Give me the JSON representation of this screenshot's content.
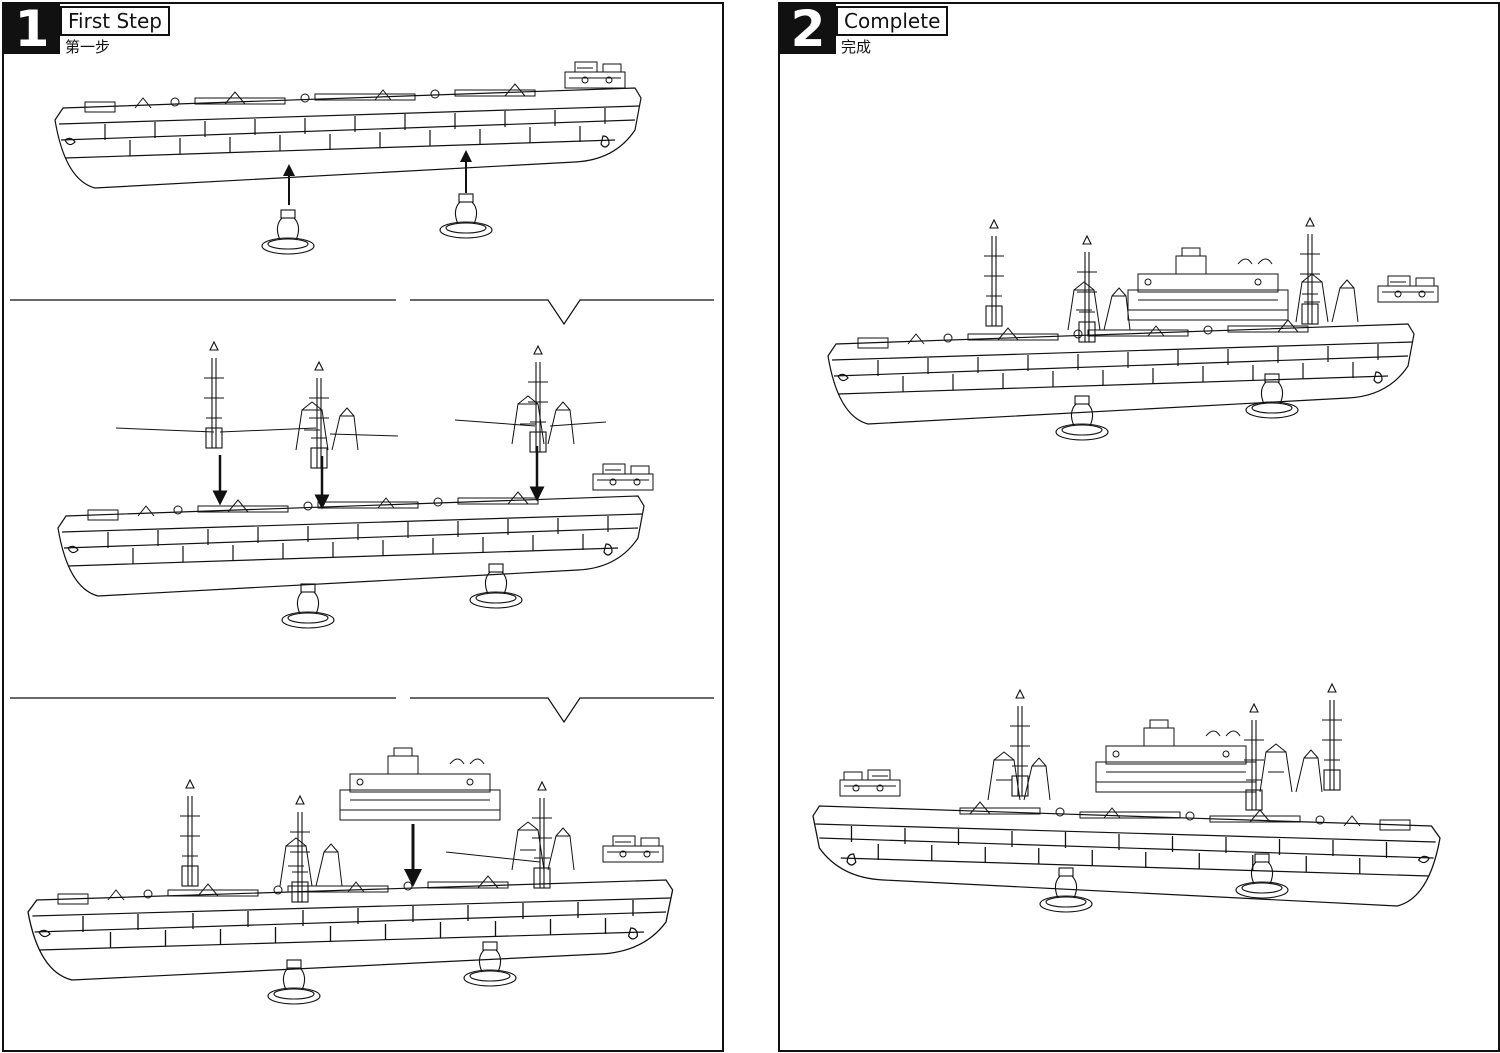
{
  "steps": [
    {
      "number": "1",
      "title": "First Step",
      "subtitle": "第一步"
    },
    {
      "number": "2",
      "title": "Complete",
      "subtitle": "完成"
    }
  ],
  "colors": {
    "line": "#111111",
    "background": "#ffffff"
  }
}
